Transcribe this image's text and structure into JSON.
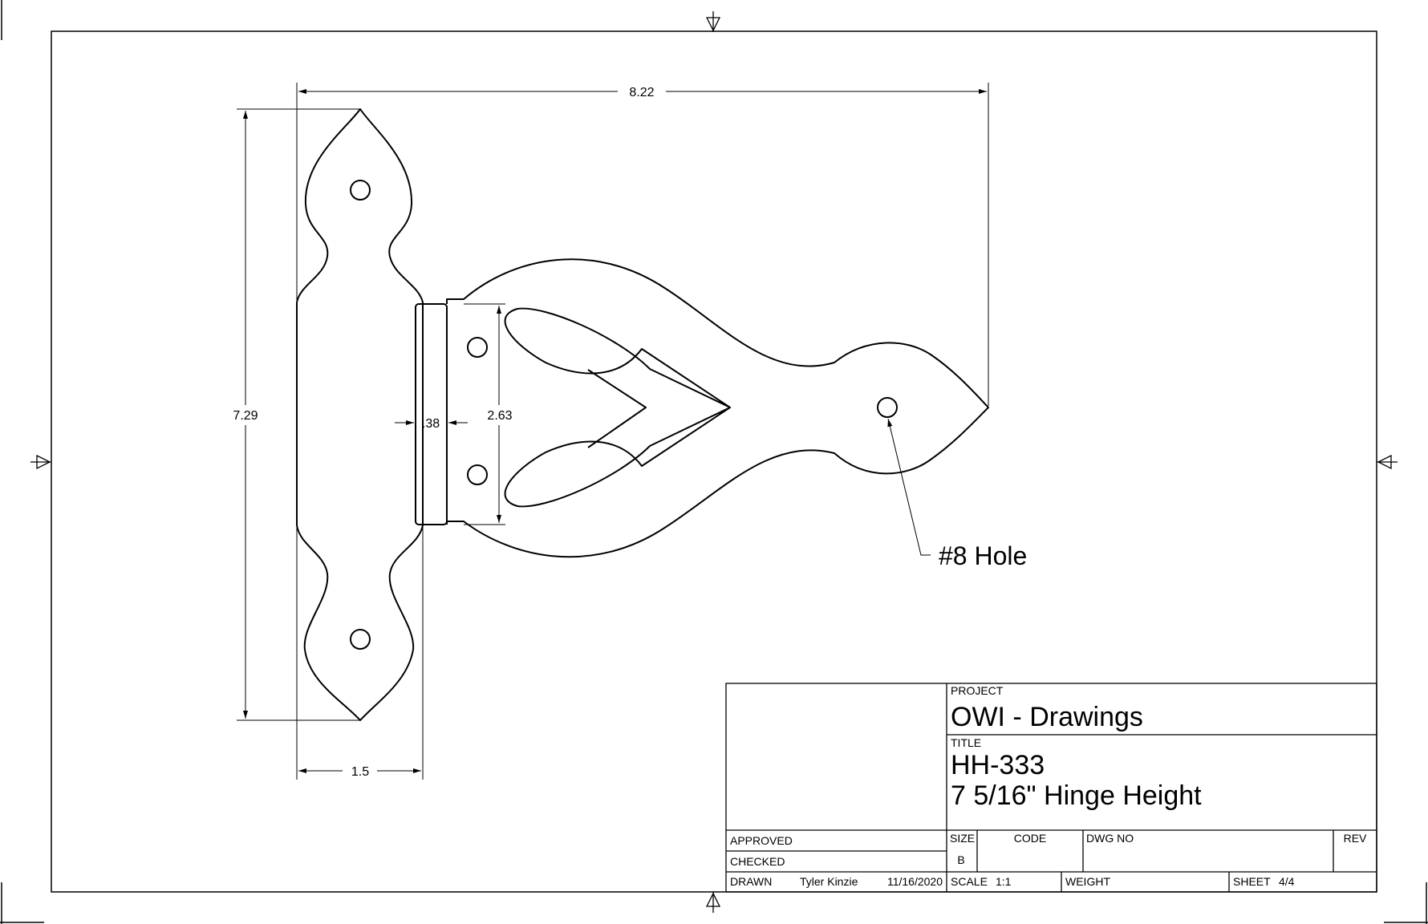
{
  "dimensions": {
    "overall_width": "8.22",
    "overall_height": "7.29",
    "leaf_width": "1.5",
    "knuckle_width": ".38",
    "strap_hole_spacing": "2.63"
  },
  "callout": {
    "hole_label": "#8 Hole"
  },
  "title_block": {
    "project_label": "PROJECT",
    "project_value": "OWI - Drawings",
    "title_label": "TITLE",
    "title_line1": "HH-333",
    "title_line2": "7 5/16\" Hinge Height",
    "approved_label": "APPROVED",
    "checked_label": "CHECKED",
    "drawn_label": "DRAWN",
    "drawn_by": "Tyler Kinzie",
    "drawn_date": "11/16/2020",
    "size_label": "SIZE",
    "size_value": "B",
    "code_label": "CODE",
    "dwg_no_label": "DWG NO",
    "rev_label": "REV",
    "scale_label": "SCALE",
    "scale_value": "1:1",
    "weight_label": "WEIGHT",
    "sheet_label": "SHEET",
    "sheet_value": "4/4"
  }
}
